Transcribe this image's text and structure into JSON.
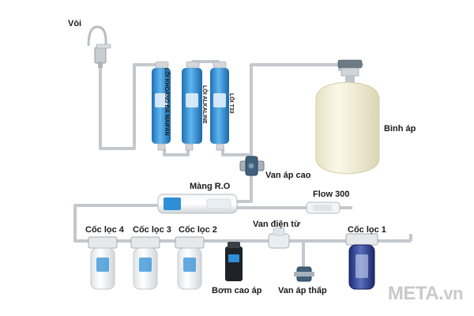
{
  "labels": {
    "faucet": "Vòi",
    "filter_maifan": "LÕI KHOÁNG ĐÁ MAIFAN",
    "filter_alkaline": "LÕI ALKALINE",
    "filter_t33": "LÕI T33",
    "pressure_tank": "Bình áp",
    "high_pressure_valve": "Van áp cao",
    "ro_membrane": "Màng R.O",
    "flow_300": "Flow 300",
    "filter_cup_4": "Cốc lọc 4",
    "filter_cup_3": "Cốc lọc 3",
    "filter_cup_2": "Cốc lọc 2",
    "solenoid_valve": "Van điện từ",
    "filter_cup_1": "Cốc lọc 1",
    "booster_pump": "Bơm cao áp",
    "low_pressure_valve": "Van áp thấp"
  },
  "watermark": {
    "brand": "META",
    "dot": ".",
    "tld": "vn"
  },
  "colors": {
    "pipe": "#c9cdd2",
    "pipe_edge": "#9aa0a6",
    "filter_blue": "#2f8fd6",
    "tank": "#f3efd9",
    "housing_blue": "#2a3b8f",
    "valve": "#3d5a73"
  }
}
